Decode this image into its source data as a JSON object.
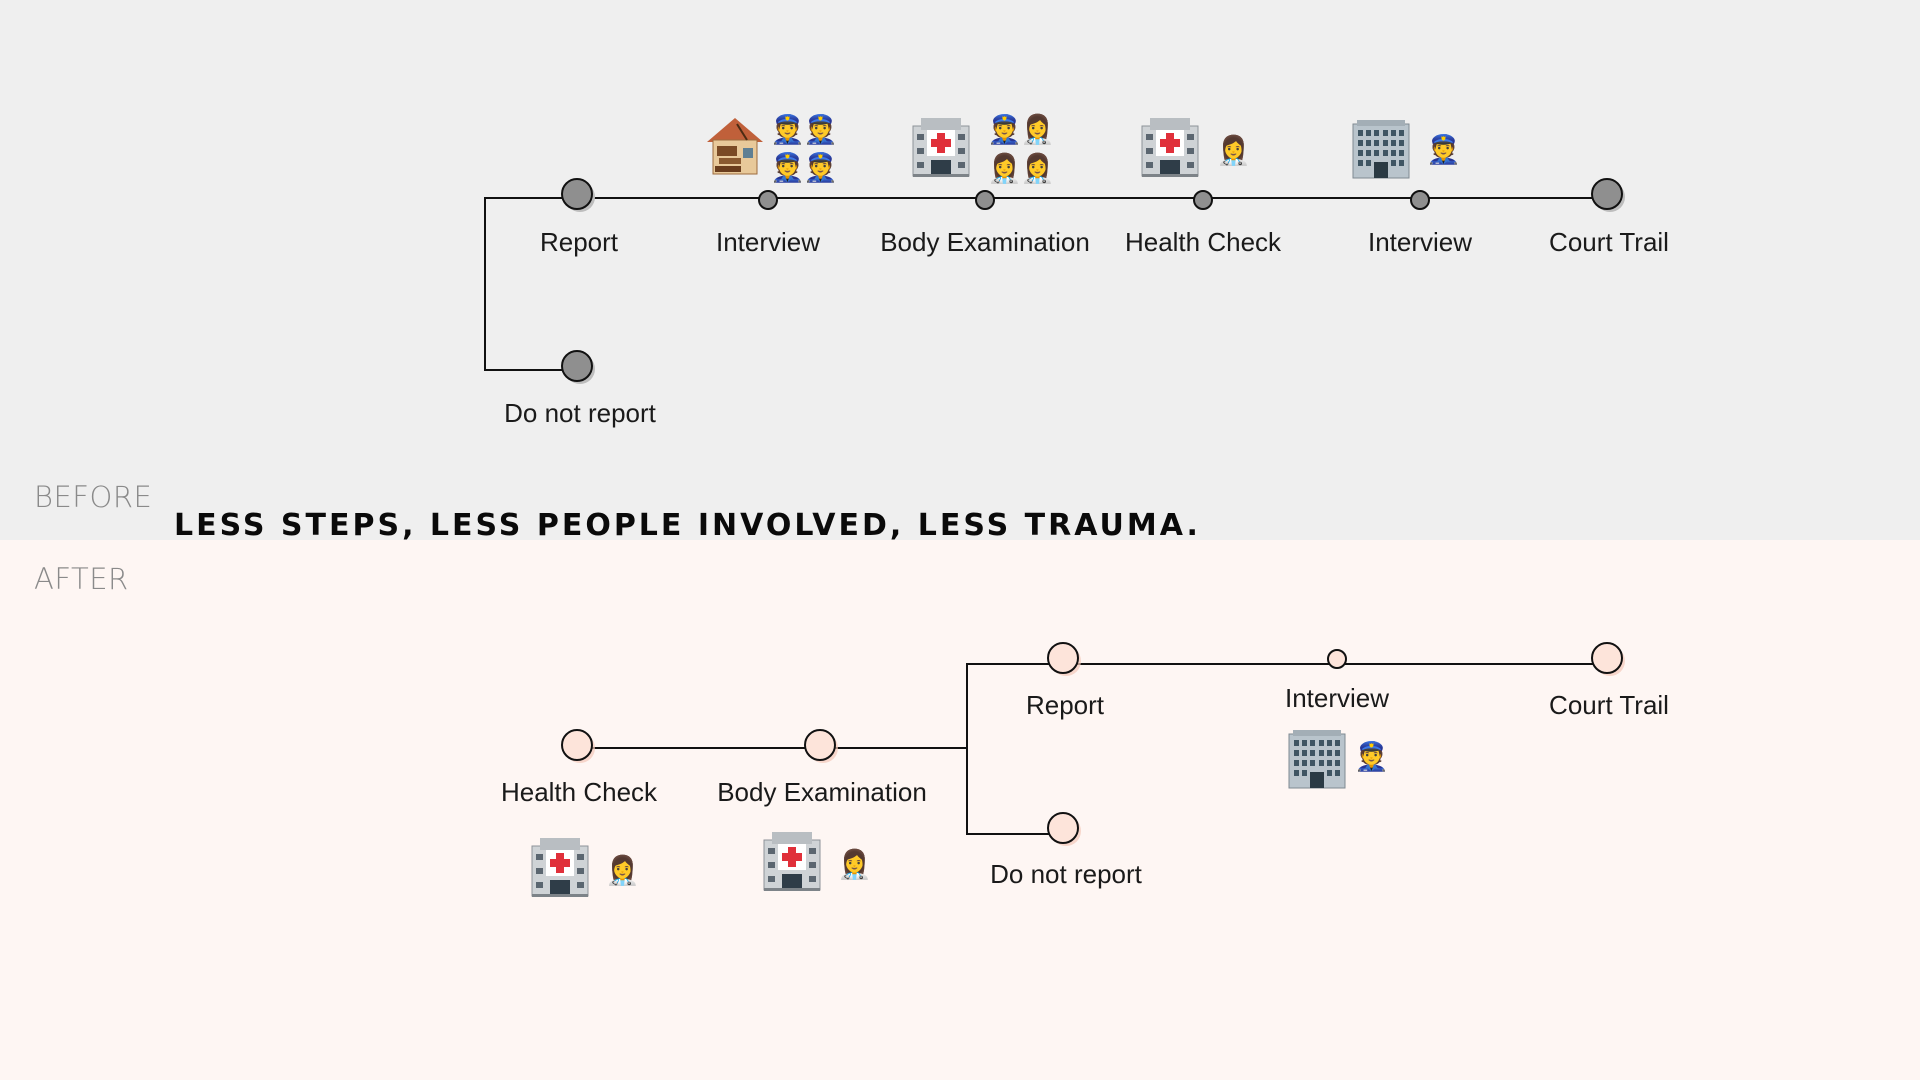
{
  "sections": {
    "before": "BEFORE",
    "after": "AFTER"
  },
  "tagline": "LESS STEPS, LESS PEOPLE INVOLVED, LESS TRAUMA.",
  "before": {
    "report": "Report",
    "interview_1": "Interview",
    "body_examination": "Body Examination",
    "health_check": "Health Check",
    "interview_2": "Interview",
    "court_trail": "Court Trail",
    "do_not_report": "Do not report"
  },
  "after": {
    "health_check": "Health Check",
    "body_examination": "Body Examination",
    "report": "Report",
    "interview": "Interview",
    "court_trail": "Court Trail",
    "do_not_report": "Do not report"
  },
  "icons": {
    "police_officer": "👮",
    "health_worker": "👩‍⚕️",
    "house": "house-icon",
    "hospital": "hospital-icon",
    "office_building": "office-building-icon"
  },
  "colors": {
    "before_bg": "#efefef",
    "after_bg": "#fef6f3",
    "before_node": "#8f8f8f",
    "after_node": "#fde4da"
  }
}
